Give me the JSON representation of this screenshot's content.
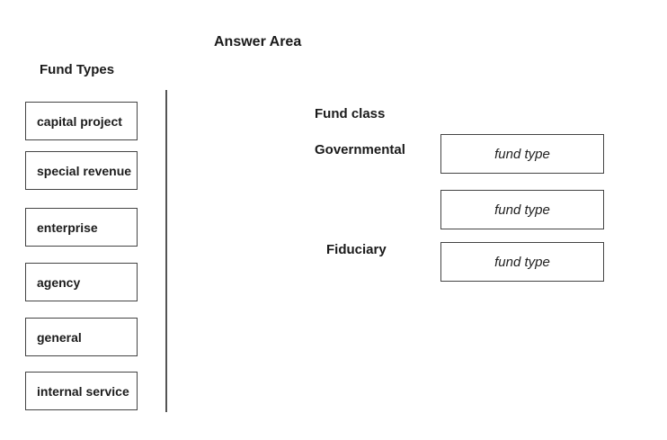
{
  "answer_area": {
    "title": "Answer Area",
    "fund_class_heading": "Fund class",
    "classes": [
      {
        "label": "Governmental"
      },
      {
        "label": "Fiduciary"
      }
    ],
    "slots": [
      {
        "placeholder": "fund type"
      },
      {
        "placeholder": "fund type"
      },
      {
        "placeholder": "fund type"
      }
    ]
  },
  "fund_types": {
    "title": "Fund Types",
    "items": [
      {
        "label": "capital project"
      },
      {
        "label": "special revenue"
      },
      {
        "label": "enterprise"
      },
      {
        "label": "agency"
      },
      {
        "label": "general"
      },
      {
        "label": "internal service"
      }
    ]
  },
  "colors": {
    "box_border": "#444444",
    "text": "#1d1d1d",
    "background": "#ffffff"
  }
}
